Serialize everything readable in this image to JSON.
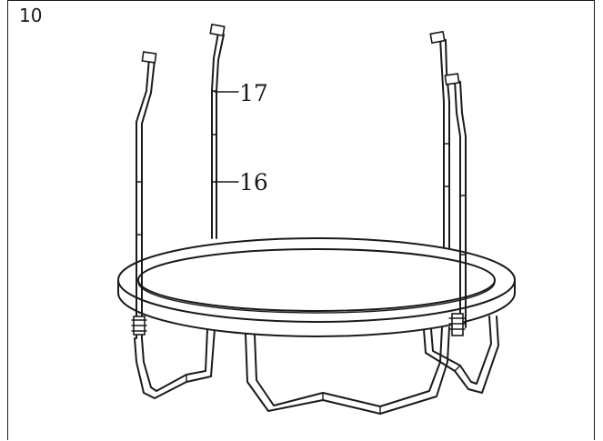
{
  "step": {
    "number": "10"
  },
  "callouts": [
    {
      "id": "pole-upper",
      "label": "17"
    },
    {
      "id": "pole-lower",
      "label": "16"
    }
  ],
  "colors": {
    "line": "#1a1a1a",
    "background": "#ffffff"
  }
}
